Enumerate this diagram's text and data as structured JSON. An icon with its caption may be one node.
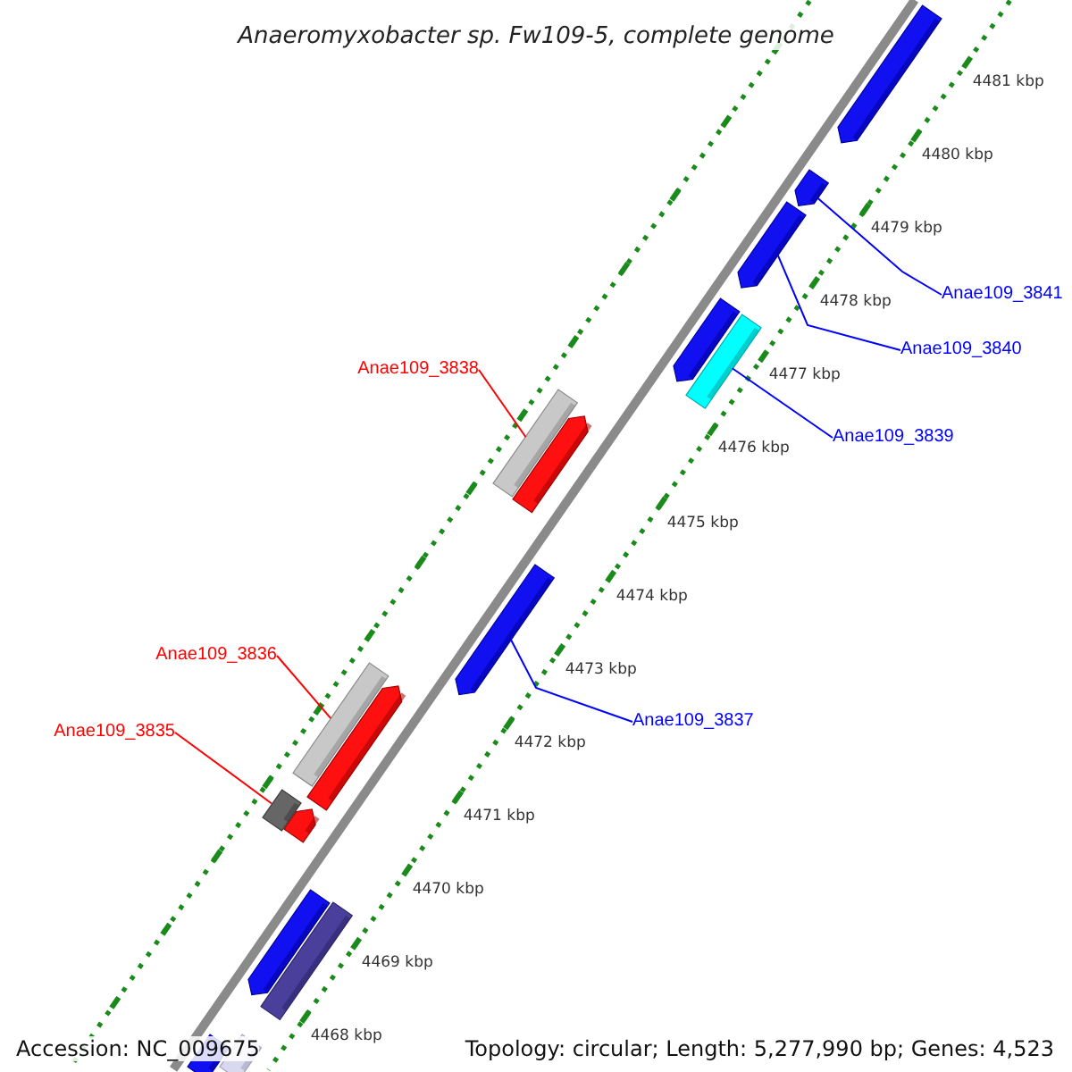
{
  "diagram": {
    "title": "Anaeromyxobacter sp. Fw109-5, complete genome",
    "nodes": [
      {
        "text": [
          "Anae109_3841"
        ]
      },
      {
        "text": [
          "Anae109_3840"
        ]
      },
      {
        "text": [
          "Anae109_3838"
        ]
      },
      {
        "text": [
          "Anae109_3839"
        ]
      },
      {
        "text": [
          "Anae109_3837"
        ]
      },
      {
        "text": [
          "Anae109_3836"
        ]
      },
      {
        "text": [
          "Anae109_3835"
        ]
      },
      {
        "text": [],
        "shape": "bar"
      },
      {
        "text": [],
        "shape": "bar"
      },
      {
        "text": [],
        "shape": "bar"
      },
      {
        "text": [],
        "shape": "bar"
      },
      {
        "text": [],
        "shape": "bar"
      },
      {
        "text": [],
        "shape": "bar"
      },
      {
        "text": [],
        "shape": "bar"
      },
      {
        "text": [],
        "shape": "bar"
      },
      {
        "text": [],
        "shape": "bar"
      },
      {
        "text": [],
        "shape": "bar"
      },
      {
        "text": [],
        "shape": "bar"
      },
      {
        "text": [],
        "shape": "bar"
      },
      {
        "text": [],
        "shape": "bar"
      },
      {
        "text": [],
        "shape": "bar"
      },
      {
        "text": [],
        "shape": "bar"
      },
      {
        "text": [],
        "shape": "bar"
      }
    ],
    "edges": [
      {
        "from": 0,
        "to": 8,
        "arrow": "none"
      },
      {
        "from": 1,
        "to": 9,
        "arrow": "none"
      },
      {
        "from": 2,
        "to": 12,
        "arrow": "none",
        "color": "#ff0000"
      },
      {
        "from": 3,
        "to": 11,
        "arrow": "none"
      },
      {
        "from": 4,
        "to": 14,
        "arrow": "none"
      },
      {
        "from": 5,
        "to": 15,
        "arrow": "none",
        "color": "#ff0000"
      },
      {
        "from": 6,
        "to": 18,
        "arrow": "none",
        "color": "#ff0000"
      }
    ],
    "labels": [
      "4481 kbp",
      "4480 kbp",
      "4479 kbp",
      "4478 kbp",
      "4477 kbp",
      "4476 kbp",
      "4475 kbp",
      "4474 kbp",
      "4473 kbp",
      "4472 kbp",
      "4471 kbp",
      "4470 kbp",
      "4469 kbp",
      "4468 kbp",
      "Accession: NC_009675",
      "Topology: circular; Length: 5,277,990 bp; Genes: 4,523"
    ]
  }
}
